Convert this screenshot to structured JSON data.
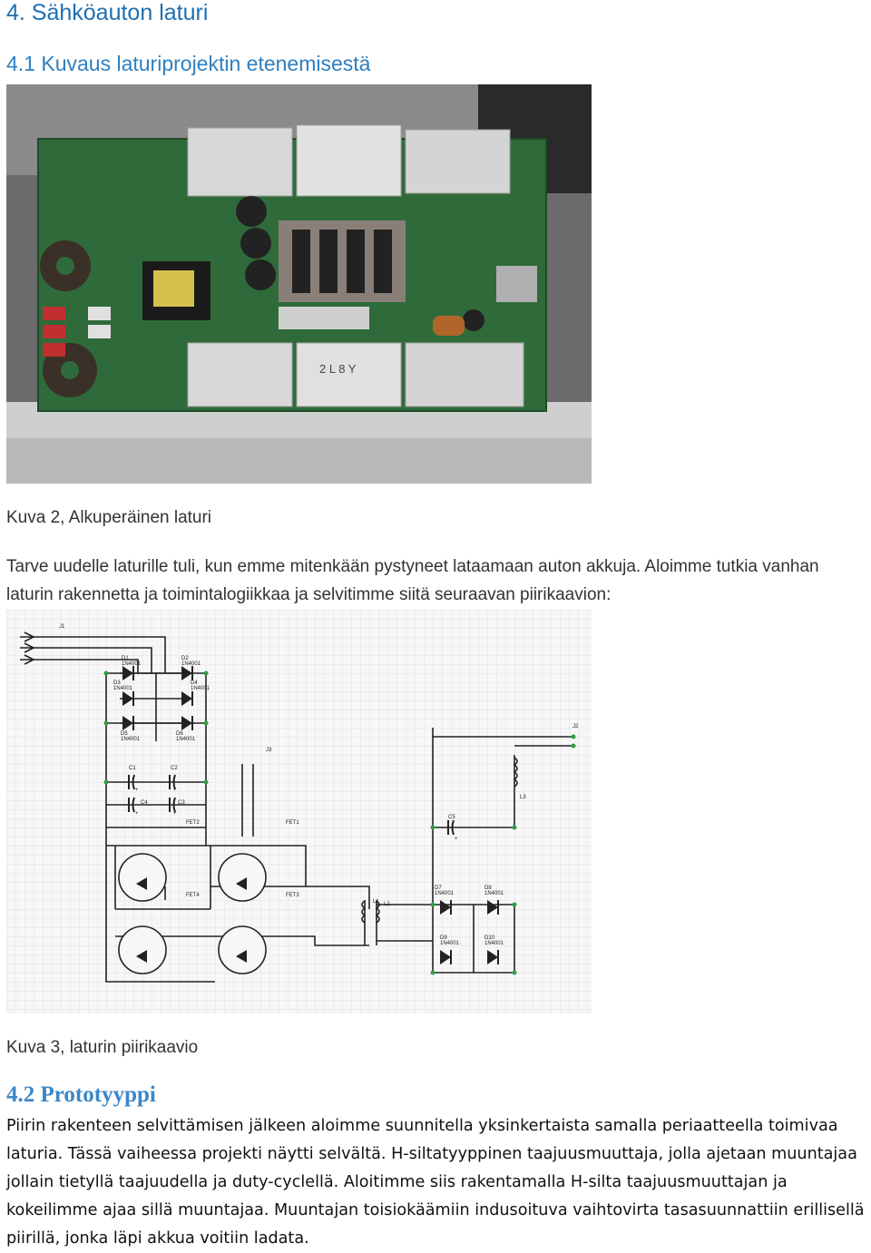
{
  "heading_main": "4. Sähköauton laturi",
  "heading_sub": "4.1 Kuvaus laturiprojektin etenemisestä",
  "caption_photo": "Kuva 2, Alkuperäinen laturi",
  "paragraph_intro": "Tarve uudelle laturille tuli, kun emme mitenkään pystyneet lataamaan auton akkuja. Aloimme tutkia vanhan laturin rakennetta ja toimintalogiikkaa ja selvitimme siitä seuraavan piirikaavion:",
  "caption_schematic": "Kuva 3, laturin piirikaavio",
  "heading_prototype": "4.2 Prototyyppi",
  "paragraph_prototype": "Piirin rakenteen selvittämisen jälkeen aloimme suunnitella yksinkertaista samalla periaatteella toimivaa laturia. Tässä vaiheessa projekti näytti selvältä. H-siltatyyppinen taajuusmuuttaja, jolla ajetaan muuntajaa jollain tietyllä taajuudella ja duty-cyclellä. Aloitimme siis rakentamalla H-silta taajuusmuuttajan ja kokeilimme ajaa sillä muuntajaa. Muuntajan toisiokäämiin indusoituva vaihtovirta tasasuunnattiin erillisellä piirillä, jonka läpi akkua voitiin ladata.",
  "heatsink_marking": "2 L 8 Y",
  "schematic_labels": {
    "j1": "J1",
    "j2": "J2",
    "j3": "J3",
    "d1": "D1",
    "d2": "D2",
    "d3": "D3",
    "d4": "D4",
    "d5": "D5",
    "d6": "D6",
    "d7": "D7",
    "d8": "D8",
    "d9": "D9",
    "d10": "D10",
    "part_1n4001": "1N4001",
    "c1": "C1",
    "c2": "C2",
    "c3": "C3",
    "c4": "C4",
    "c5": "C5",
    "fet1": "FET1",
    "fet2": "FET2",
    "fet3": "FET3",
    "fet4": "FET4",
    "l1": "L1",
    "l2": "L2",
    "l3": "L3",
    "plus": "+"
  },
  "colors": {
    "heading": "#1f6fb2",
    "heading_prototype": "#3a87c8",
    "pcb_green": "#2f6b3a",
    "schematic_grid": "#e2e2e2"
  }
}
